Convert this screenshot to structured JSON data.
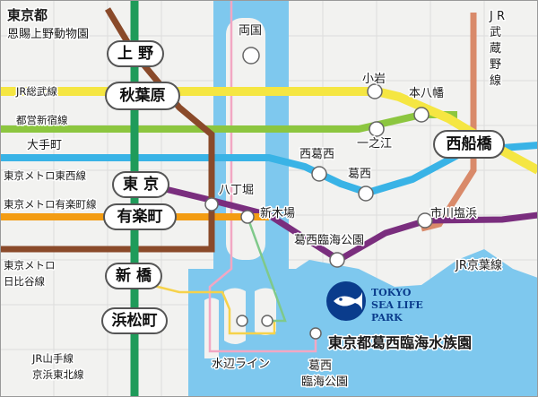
{
  "colors": {
    "water": "#7ec8ee",
    "land": "#f2f2f0",
    "grid": "#cfcfcf",
    "jr_yamanote": "#1f9b5a",
    "hibiya": "#8a4a2a",
    "sobu": "#f5e642",
    "shinjuku": "#8cc63f",
    "tozai": "#39b3e6",
    "yurakucho": "#f39c12",
    "keiyo": "#7a2e7e",
    "musashino": "#d98a6a",
    "waterline": "#f2a7c3",
    "waterline2": "#f6d24a",
    "waterline3": "#7fc98a",
    "logo_blue": "#0a3c8c"
  },
  "labels": {
    "top_left": [
      "東京都",
      "恩賜上野動物園"
    ],
    "ryogoku": "両国",
    "jr_musashino": [
      "J R",
      "武",
      "蔵",
      "野",
      "線"
    ],
    "jr_sobu": "JR総武線",
    "toei_shinjuku": "都営新宿線",
    "otemachi": "大手町",
    "tokyo_metro_tozai": "東京メトロ東西線",
    "tokyo_metro_yurakucho": "東京メトロ有楽町線",
    "tokyo_metro_hibiya": [
      "東京メトロ",
      "日比谷線"
    ],
    "jr_yamanote": [
      "JR山手線",
      "京浜東北線"
    ],
    "koiwa": "小岩",
    "motoyawata": "本八幡",
    "nishikasai": "西葛西",
    "ichinoe": "一之江",
    "kasai": "葛西",
    "hacchobori": "八丁堀",
    "shinkiba": "新木場",
    "ichikawa_shiohama": "市川塩浜",
    "kasai_rinkai_koen": "葛西臨海公園",
    "jr_keiyo": "JR京葉線",
    "aquarium": "東京都葛西臨海水族園",
    "mizube_line": "水辺ライン",
    "pier_label": [
      "葛西",
      "臨海公園"
    ]
  },
  "pills": {
    "ueno": "上 野",
    "akihabara": "秋葉原",
    "tokyo": "東 京",
    "yurakucho": "有楽町",
    "shimbashi": "新 橋",
    "hamamatsucho": "浜松町",
    "nishifunabashi": "西船橋"
  },
  "logo": {
    "lines": [
      "TOKYO",
      "SEA LIFE",
      "PARK"
    ]
  }
}
